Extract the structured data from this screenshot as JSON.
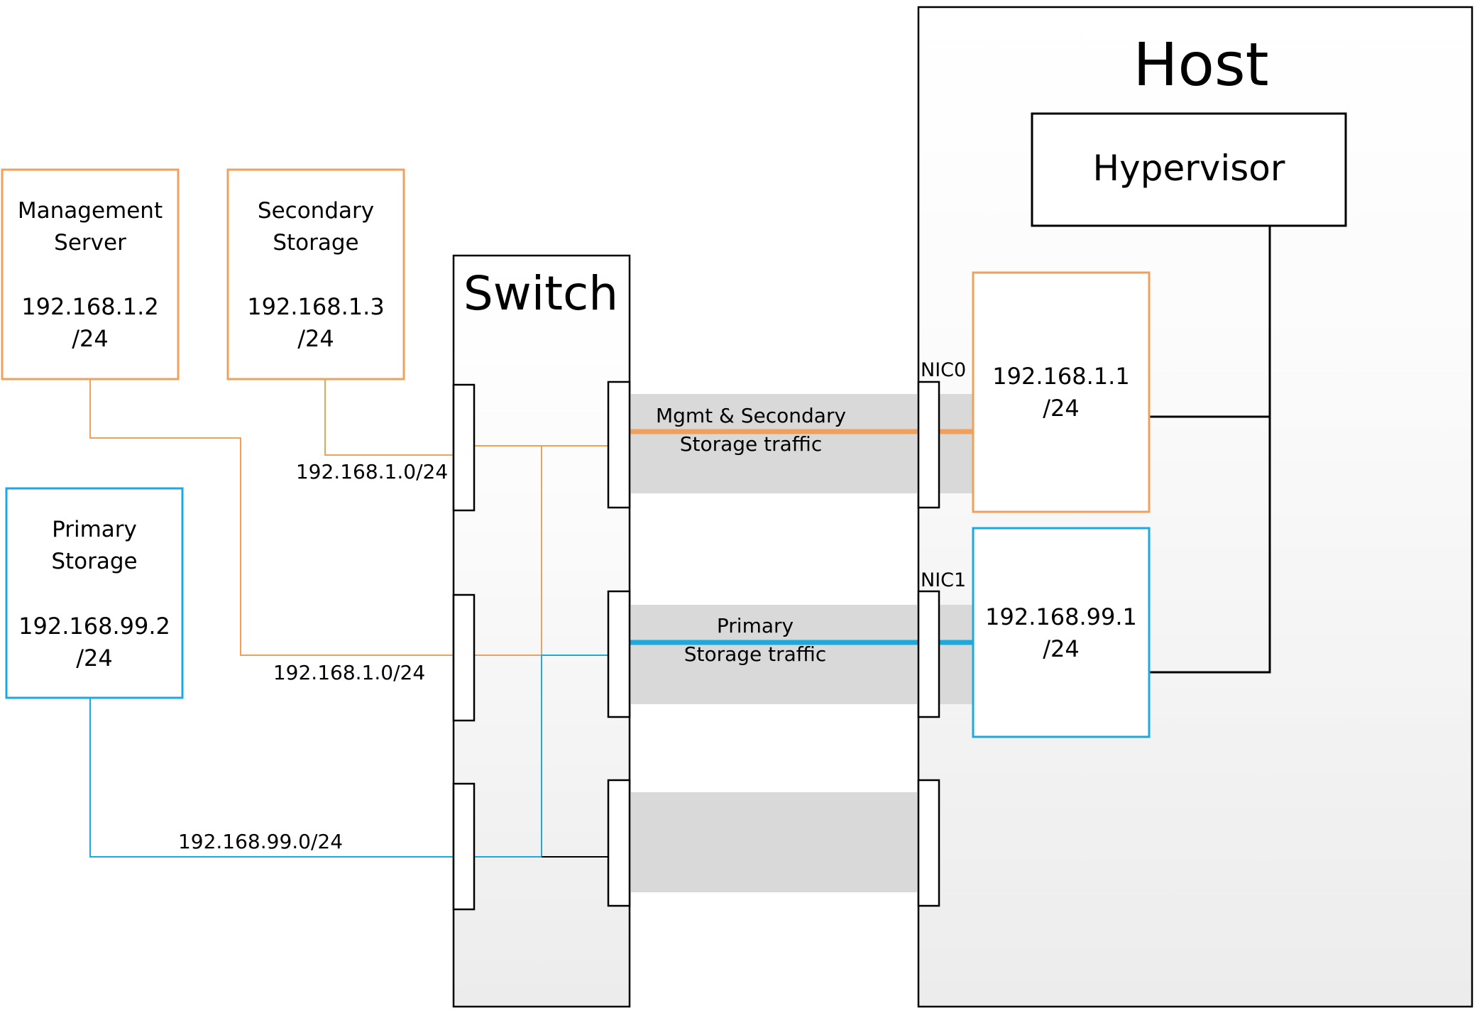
{
  "colors": {
    "management_network": "#F0A05A",
    "storage_network": "#1AAAE0",
    "link_band": "#d9d9d9",
    "container_fill_top": "#ffffff",
    "container_fill_bottom": "#eeeeee"
  },
  "host": {
    "title": "Host"
  },
  "hypervisor": {
    "label": "Hypervisor"
  },
  "switch": {
    "title": "Switch"
  },
  "management_server": {
    "line1": "Management",
    "line2": "Server",
    "ip": "192.168.1.2",
    "mask": "/24"
  },
  "secondary_storage": {
    "line1": "Secondary",
    "line2": "Storage",
    "ip": "192.168.1.3",
    "mask": "/24"
  },
  "primary_storage": {
    "line1": "Primary",
    "line2": "Storage",
    "ip": "192.168.99.2",
    "mask": "/24"
  },
  "nic0": {
    "label": "NIC0",
    "ip": "192.168.1.1",
    "mask": "/24"
  },
  "nic1": {
    "label": "NIC1",
    "ip": "192.168.99.1",
    "mask": "/24"
  },
  "traffic": {
    "mgmt": {
      "line1": "Mgmt & Secondary",
      "line2": "Storage traffic"
    },
    "primary": {
      "line1": "Primary",
      "line2": "Storage traffic"
    }
  },
  "subnets": {
    "port1": "192.168.1.0/24",
    "port2": "192.168.1.0/24",
    "port3": "192.168.99.0/24"
  }
}
